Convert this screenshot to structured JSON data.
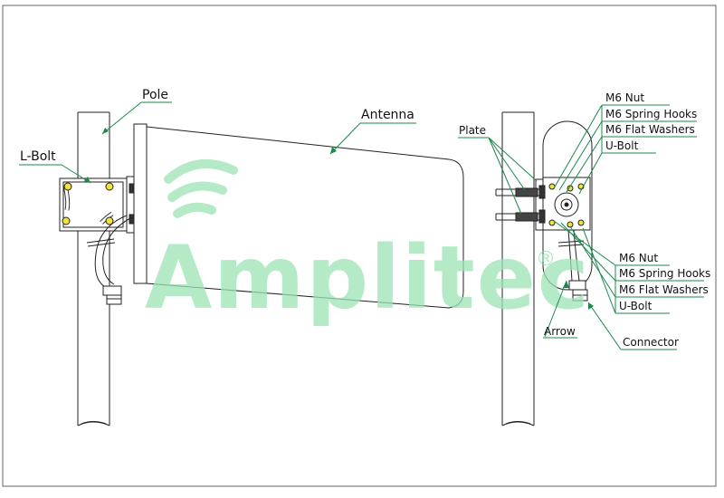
{
  "labels": {
    "pole": "Pole",
    "antenna": "Antenna",
    "l_bolt": "L-Bolt",
    "plate": "Plate",
    "top_group": [
      "M6 Nut",
      "M6 Spring Hooks",
      "M6 Flat Washers",
      "U-Bolt"
    ],
    "bottom_group": [
      "M6 Nut",
      "M6 Spring Hooks",
      "M6 Flat Washers",
      "U-Bolt"
    ],
    "arrow": "Arrow",
    "connector": "Connector"
  },
  "watermark": {
    "text": "Amplitec",
    "registered": "®",
    "icon": "wifi-signal-icon"
  },
  "colors": {
    "line": "#222222",
    "leader": "#1a8a4a",
    "bolt_highlight": "#f2e23c",
    "watermark": "#9be3b4"
  }
}
